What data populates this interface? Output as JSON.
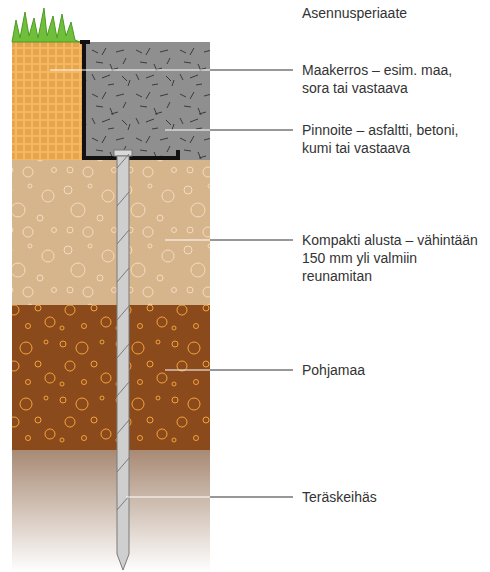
{
  "diagram": {
    "title": "Asennusperiaate",
    "labels": [
      "Maakerros – esim. maa, sora tai vastaava",
      "Pinnoite – asfaltti, betoni, kumi tai vastaava",
      "Kompakti alusta – vähintään 150 mm yli valmiin reunamitan",
      "Pohjamaa",
      "Teräskeihäs"
    ]
  }
}
